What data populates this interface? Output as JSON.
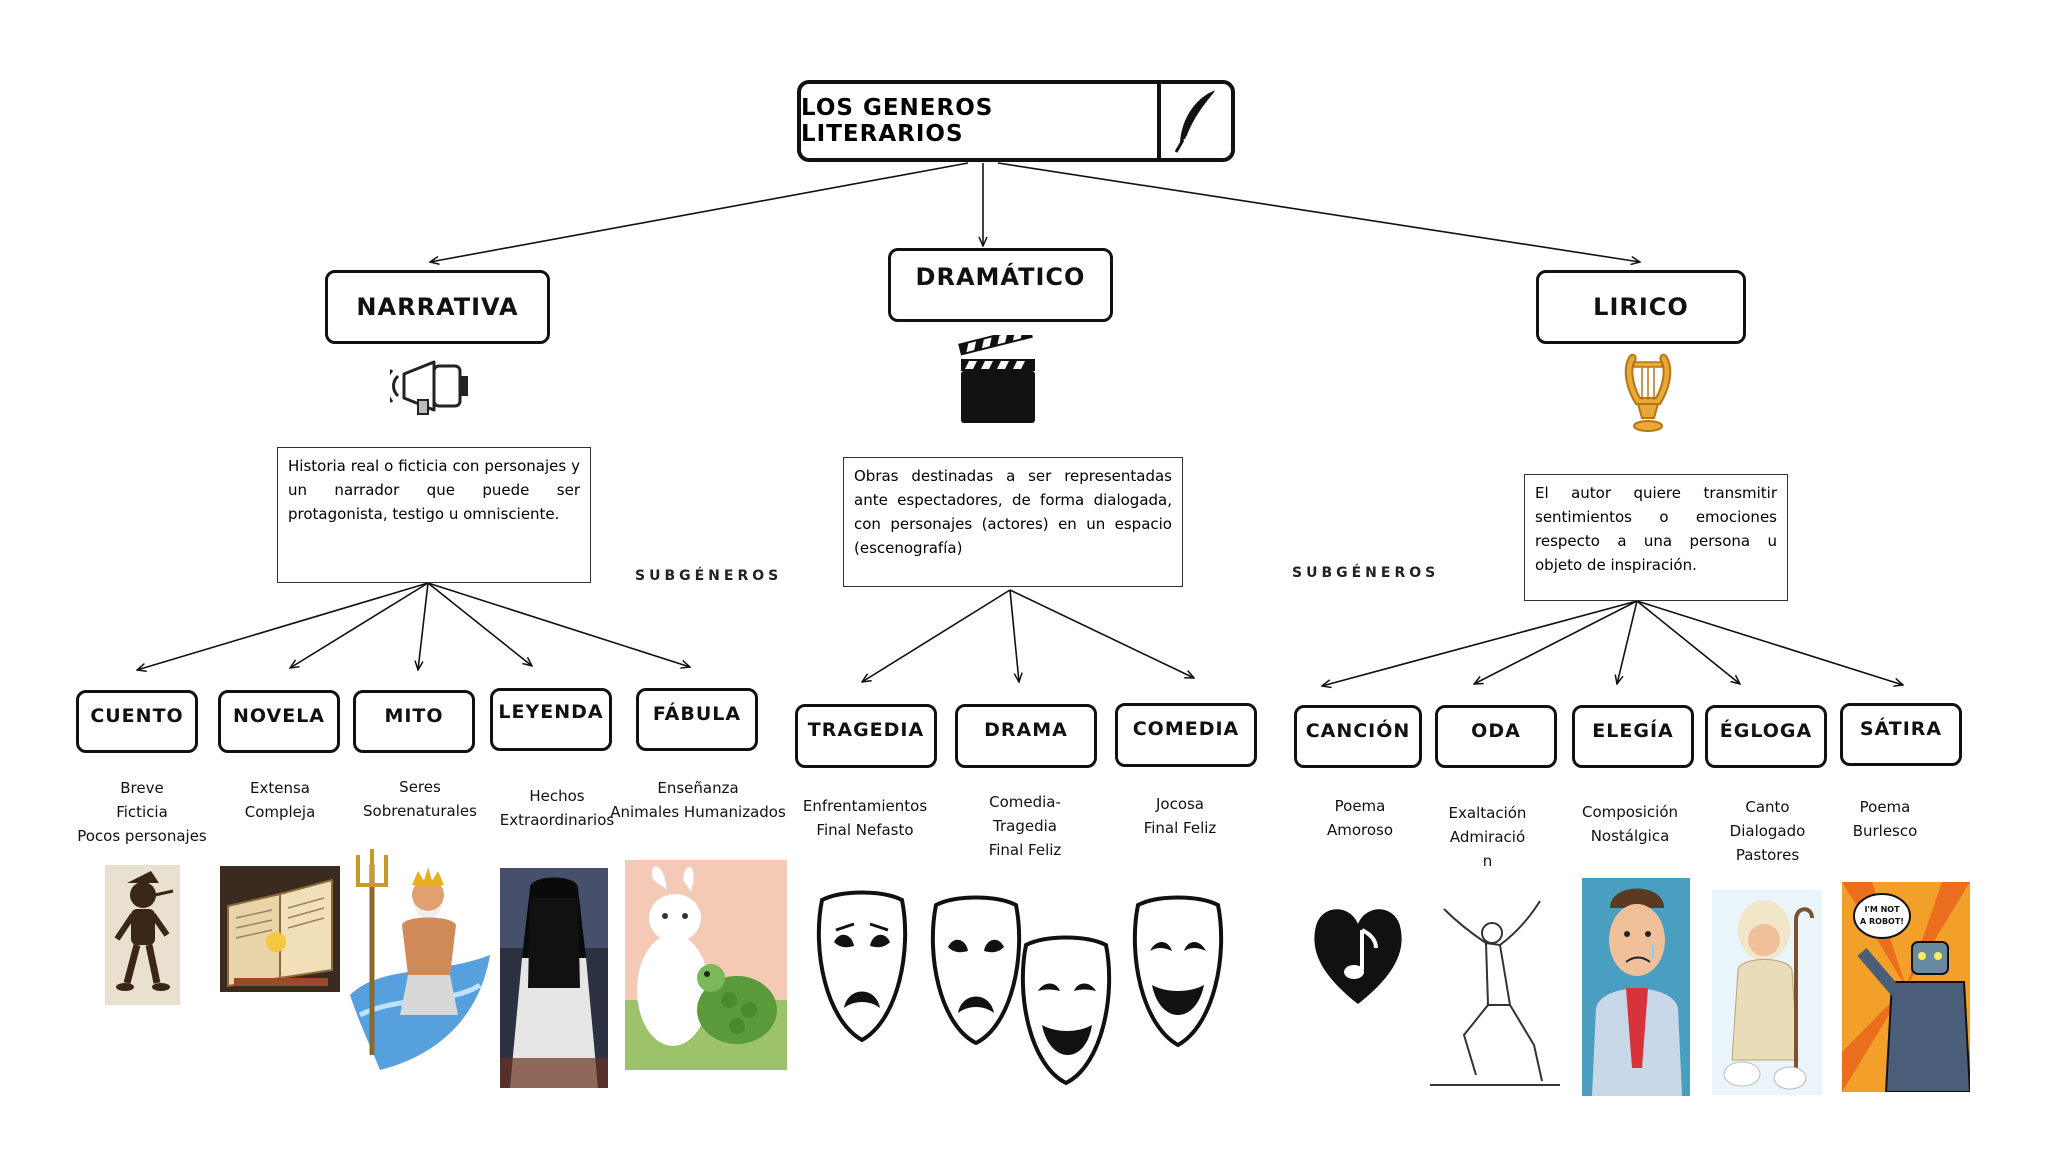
{
  "title": "LOS GENEROS LITERARIOS",
  "genres": {
    "narrativa": {
      "label": "NARRATIVA",
      "icon": "megaphone-icon",
      "description": "Historia real o ficticia con personajes y un narrador que puede ser protagonista, testigo u omnisciente."
    },
    "dramatico": {
      "label": "DRAMÁTICO",
      "icon": "clapperboard-icon",
      "description": "Obras destinadas a ser representadas ante espectadores, de forma dialogada, con personajes (actores) en un espacio (escenografía)"
    },
    "lirico": {
      "label": "LIRICO",
      "icon": "lyre-icon",
      "description": "El autor quiere transmitir sentimientos o emociones respecto a una persona u objeto de inspiración."
    }
  },
  "subgeneros_label": "SUBGÉNEROS",
  "subgenres": {
    "cuento": {
      "label": "CUENTO",
      "lines": [
        "Breve",
        "Ficticia",
        "Pocos personajes"
      ]
    },
    "novela": {
      "label": "NOVELA",
      "lines": [
        "Extensa",
        "Compleja"
      ]
    },
    "mito": {
      "label": "MITO",
      "lines": [
        "Seres",
        "Sobrenaturales"
      ]
    },
    "leyenda": {
      "label": "LEYENDA",
      "lines": [
        "Hechos",
        "Extraordinarios"
      ]
    },
    "fabula": {
      "label": "FÁBULA",
      "lines": [
        "Enseñanza",
        "Animales Humanizados"
      ]
    },
    "tragedia": {
      "label": "TRAGEDIA",
      "lines": [
        "Enfrentamientos",
        "Final Nefasto"
      ]
    },
    "drama": {
      "label": "DRAMA",
      "lines": [
        "Comedia-",
        "Tragedia",
        "Final Feliz"
      ]
    },
    "comedia": {
      "label": "COMEDIA",
      "lines": [
        "Jocosa",
        "Final Feliz"
      ]
    },
    "cancion": {
      "label": "CANCIÓN",
      "lines": [
        "Poema",
        "Amoroso"
      ]
    },
    "oda": {
      "label": "ODA",
      "lines": [
        "Exaltación",
        "Admiració",
        "n"
      ]
    },
    "elegia": {
      "label": "ELEGÍA",
      "lines": [
        "Composición",
        "Nostálgica"
      ]
    },
    "egloga": {
      "label": "ÉGLOGA",
      "lines": [
        "Canto",
        "Dialogado",
        "Pastores"
      ]
    },
    "satira": {
      "label": "SÁTIRA",
      "lines": [
        "Poema",
        "Burlesco"
      ]
    }
  },
  "satira_bubble": "I'M NOT A ROBOT!",
  "colors": {
    "stroke": "#111111",
    "lyre_gold": "#e9a93a",
    "sky": "#9fc4e8"
  }
}
